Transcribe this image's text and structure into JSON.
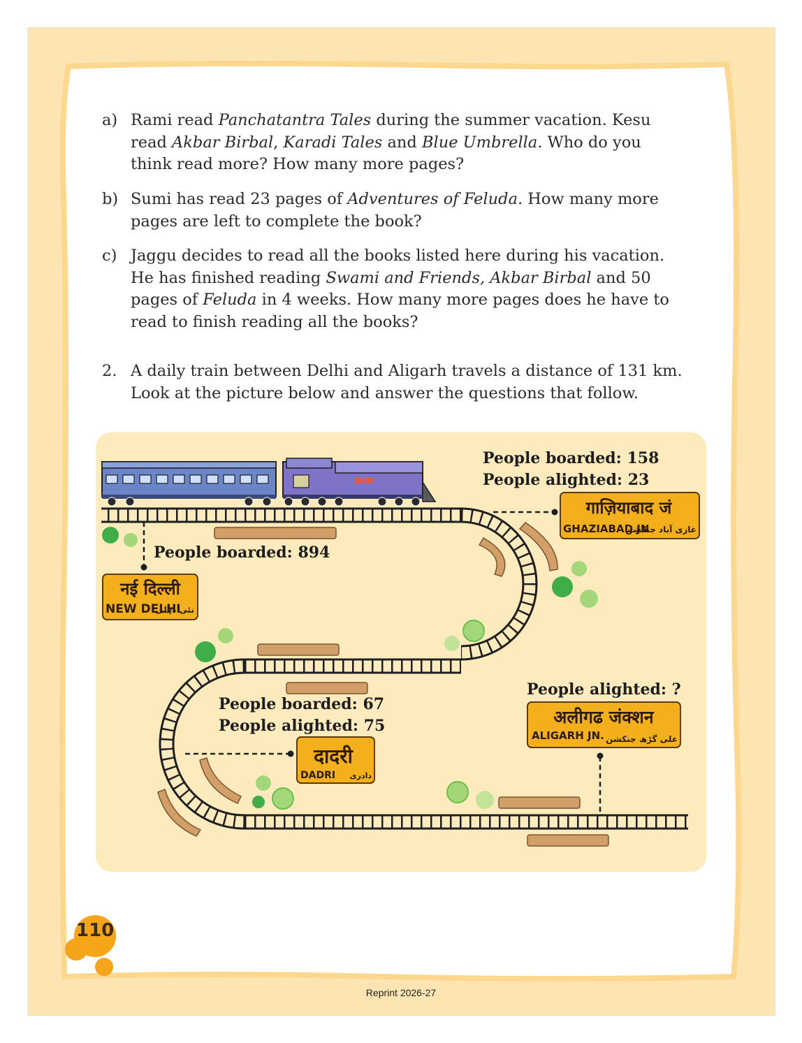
{
  "questions": [
    {
      "label": "a)",
      "lines": [
        [
          {
            "t": "Rami read "
          },
          {
            "t": "Panchatantra Tales",
            "i": true
          },
          {
            "t": " during the summer vacation. Kesu"
          }
        ],
        [
          {
            "t": "read "
          },
          {
            "t": "Akbar Birbal",
            "i": true
          },
          {
            "t": ", "
          },
          {
            "t": "Karadi Tales",
            "i": true
          },
          {
            "t": " and "
          },
          {
            "t": "Blue Umbrella",
            "i": true
          },
          {
            "t": ". Who do you"
          }
        ],
        [
          {
            "t": "think read more? How many more pages?"
          }
        ]
      ]
    },
    {
      "label": "b)",
      "lines": [
        [
          {
            "t": "Sumi has read 23 pages of "
          },
          {
            "t": "Adventures of Feluda",
            "i": true
          },
          {
            "t": ". How many more"
          }
        ],
        [
          {
            "t": "pages are left to complete the book?"
          }
        ]
      ]
    },
    {
      "label": "c)",
      "lines": [
        [
          {
            "t": "Jaggu decides to read all the books listed here during his vacation."
          }
        ],
        [
          {
            "t": "He has finished reading "
          },
          {
            "t": "Swami and Friends, Akbar Birbal",
            "i": true
          },
          {
            "t": " and 50"
          }
        ],
        [
          {
            "t": "pages of "
          },
          {
            "t": "Feluda",
            "i": true
          },
          {
            "t": " in 4 weeks. How many more pages does he have to"
          }
        ],
        [
          {
            "t": "read to finish reading all the books?"
          }
        ]
      ]
    },
    {
      "label": "2.",
      "lines": [
        [
          {
            "t": "A daily train between Delhi and Aligarh travels a distance of 131 km."
          }
        ],
        [
          {
            "t": "Look at the picture below and answer the questions that follow."
          }
        ]
      ]
    }
  ],
  "stations": {
    "ghaziabad": {
      "hindi": "गाज़ियाबाद जं",
      "english": "GHAZIABAD JN",
      "urdu": "غازی آباد جنکشن",
      "boarded": "People boarded: 158",
      "alighted": "People alighted: 23"
    },
    "new_delhi": {
      "hindi": "नई दिल्ली",
      "english": "NEW DELHI",
      "urdu": "نئی دہلی",
      "boarded": "People boarded: 894"
    },
    "dadri": {
      "hindi": "दादरी",
      "english": "DADRI",
      "urdu": "دادری",
      "boarded": "People boarded: 67",
      "alighted": "People alighted: 75"
    },
    "aligarh": {
      "hindi": "अलीगढ जंक्शन",
      "english": "ALIGARH JN.",
      "urdu": "علی گڑھ جنکشن",
      "alighted": "People alighted: ?"
    }
  },
  "colors": {
    "page_bg": "#fde5b3",
    "scene_bg": "#fdebbe",
    "sign": "#f3b01c",
    "sign_border": "#5a3a0a",
    "track": "#1f1f1f",
    "sleeper": "#d39f68",
    "bush_dark": "#3fae49",
    "bush_light": "#a4d67a",
    "train_blue": "#6a86c8",
    "engine_purple": "#7e73c6",
    "badge": "#f6a51a"
  },
  "page_number": "110",
  "footer": "Reprint 2026-27"
}
